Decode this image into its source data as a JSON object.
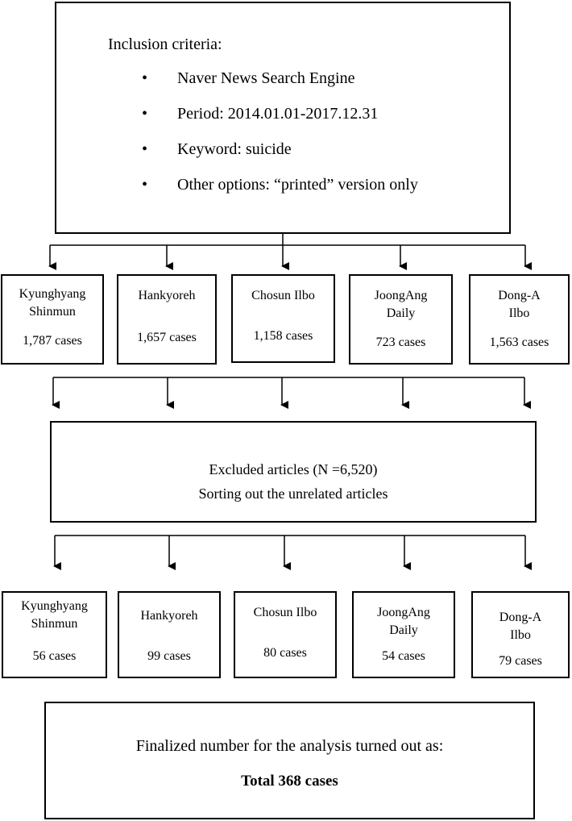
{
  "inclusion": {
    "title": "Inclusion criteria:",
    "items": [
      "Naver News Search Engine",
      "Period: 2014.01.01-2017.12.31",
      "Keyword: suicide",
      "Other options: “printed” version only"
    ]
  },
  "first_row": [
    {
      "name": "Kyunghyang\nShinmun",
      "count": "1,787 cases"
    },
    {
      "name": "Hankyoreh",
      "count": "1,657 cases"
    },
    {
      "name": "Chosun Ilbo",
      "count": "1,158 cases"
    },
    {
      "name": "JoongAng\nDaily",
      "count": "723 cases"
    },
    {
      "name": "Dong-A\nIlbo",
      "count": "1,563 cases"
    }
  ],
  "exclusion": {
    "line1": "Excluded articles (N =6,520)",
    "line2": "Sorting out the unrelated articles"
  },
  "second_row": [
    {
      "name": "Kyunghyang\nShinmun",
      "count": "56 cases"
    },
    {
      "name": "Hankyoreh",
      "count": "99 cases"
    },
    {
      "name": "Chosun Ilbo",
      "count": "80 cases"
    },
    {
      "name": "JoongAng\nDaily",
      "count": "54 cases"
    },
    {
      "name": "Dong-A\nIlbo",
      "count": "79 cases"
    }
  ],
  "final": {
    "line1": "Finalized number for the analysis turned out as:",
    "total": "Total 368 cases"
  }
}
